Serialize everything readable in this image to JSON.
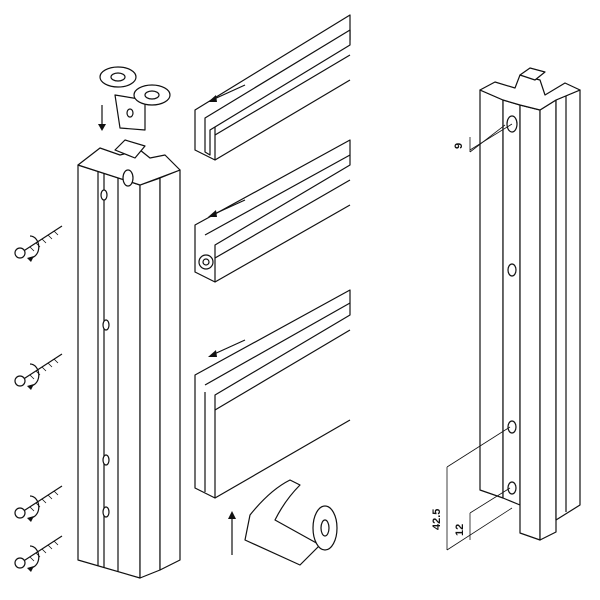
{
  "dimensions": {
    "hole_diameter": "9",
    "hole_spacing": "42.5",
    "end_offset": "12"
  },
  "colors": {
    "line": "#111111",
    "background": "#ffffff"
  }
}
